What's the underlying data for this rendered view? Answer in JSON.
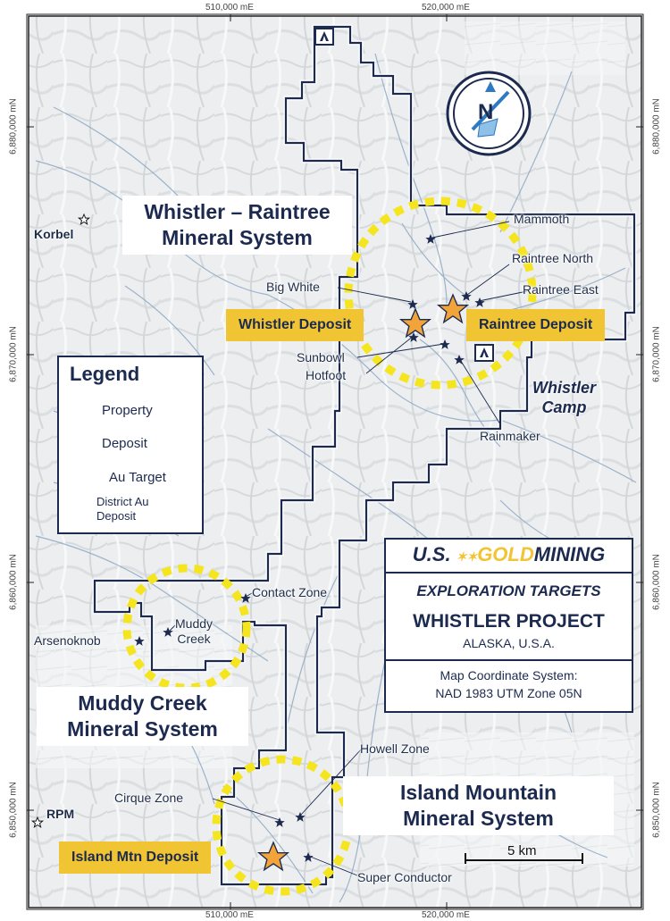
{
  "map": {
    "coords": {
      "top_x": [
        "510,000 mE",
        "520,000 mE"
      ],
      "bottom_x": [
        "510,000 mE",
        "520,000 mE"
      ],
      "left_y": [
        "6,880,000 mN",
        "6,870,000 mN",
        "6,860,000 mN",
        "6,850,000 mN"
      ],
      "right_y": [
        "6,880,000 mN",
        "6,870,000 mN",
        "6,860,000 mN",
        "6,850,000 mN"
      ]
    },
    "compass": {
      "letter": "N"
    },
    "systems": {
      "whistler_raintree": [
        "Whistler – Raintree",
        "Mineral System"
      ],
      "muddy_creek": [
        "Muddy Creek",
        "Mineral System"
      ],
      "island_mountain": [
        "Island Mountain",
        "Mineral System"
      ]
    },
    "deposits": {
      "whistler": "Whistler Deposit",
      "raintree": "Raintree Deposit",
      "island_mtn": "Island Mtn Deposit"
    },
    "targets": {
      "mammoth": "Mammoth",
      "raintree_north": "Raintree North",
      "raintree_east": "Raintree East",
      "big_white": "Big White",
      "sunbowl": "Sunbowl",
      "hotfoot": "Hotfoot",
      "rainmaker": "Rainmaker",
      "contact_zone": "Contact Zone",
      "muddy_creek": [
        "Muddy",
        "Creek"
      ],
      "arsenoknob": "Arsenoknob",
      "howell_zone": "Howell Zone",
      "cirque_zone": "Cirque Zone",
      "super_conductor": "Super Conductor"
    },
    "district_deposits": {
      "korbel": "Korbel",
      "rpm": "RPM"
    },
    "camp": [
      "Whistler",
      "Camp"
    ],
    "scale_bar": "5 km"
  },
  "legend": {
    "title": "Legend",
    "items": {
      "property": "Property",
      "deposit": "Deposit",
      "au_target": "Au Target",
      "district_au_deposit": [
        "District Au",
        "Deposit"
      ]
    }
  },
  "title_block": {
    "logo": {
      "part1": "U.S.",
      "part2": "GOLD",
      "part3": "MINING"
    },
    "heading": "EXPLORATION TARGETS",
    "project": "WHISTLER PROJECT",
    "location": "ALASKA, U.S.A.",
    "crs": [
      "Map Coordinate System:",
      "NAD 1983 UTM Zone 05N"
    ]
  },
  "colors": {
    "navy": "#1c2a4f",
    "gold": "#f1c433",
    "star_orange": "#f2a43a",
    "circle_yellow": "#f5e51f"
  }
}
